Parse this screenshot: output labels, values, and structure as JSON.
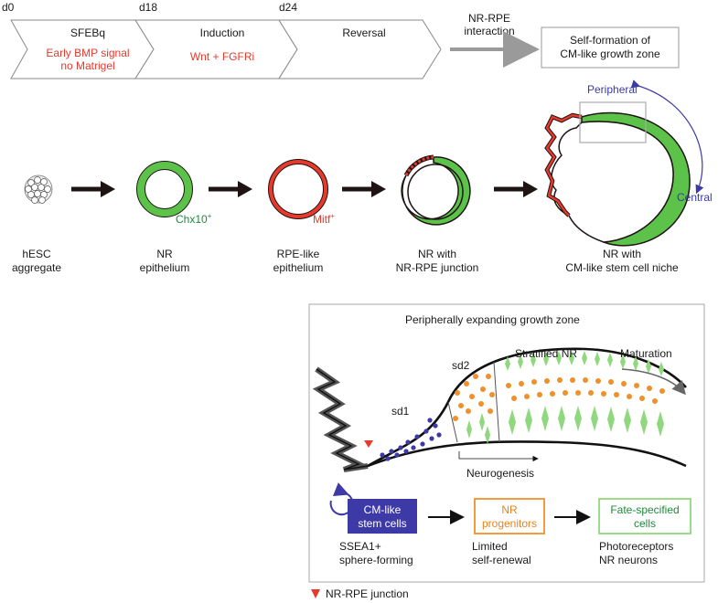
{
  "timeline": {
    "days": [
      "d0",
      "d18",
      "d24"
    ],
    "stages": [
      {
        "title": "SFEBq",
        "sub1": "Early BMP signal",
        "sub2": "no Matrigel"
      },
      {
        "title": "Induction",
        "sub1": "Wnt + FGFRi",
        "sub2": ""
      },
      {
        "title": "Reversal",
        "sub1": "",
        "sub2": ""
      }
    ],
    "interaction_line1": "NR-RPE",
    "interaction_line2": "interaction",
    "outcome_line1": "Self-formation of",
    "outcome_line2": "CM-like growth zone"
  },
  "stages_row": {
    "items": [
      {
        "line1": "hESC",
        "line2": "aggregate"
      },
      {
        "line1": "NR",
        "line2": "epithelium"
      },
      {
        "line1": "RPE-like",
        "line2": "epithelium"
      },
      {
        "line1": "NR with",
        "line2": "NR-RPE junction"
      },
      {
        "line1": "NR with",
        "line2": "CM-like stem cell niche"
      }
    ],
    "marker_chx10": "Chx10",
    "marker_mitf": "Mitf",
    "marker_plus": "+",
    "peripheral": "Peripheral",
    "central": "Central"
  },
  "inset": {
    "title": "Peripherally expanding growth zone",
    "sd1": "sd1",
    "sd2": "sd2",
    "stratified": "Stratified NR",
    "maturation": "Maturation",
    "neurogenesis": "Neurogenesis",
    "boxes": [
      {
        "line1": "CM-like",
        "line2": "stem cells"
      },
      {
        "line1": "NR",
        "line2": "progenitors"
      },
      {
        "line1": "Fate-specified",
        "line2": "cells"
      }
    ],
    "captions": [
      {
        "line1": "SSEA1+",
        "line2": "sphere-forming"
      },
      {
        "line1": "Limited",
        "line2": "self-renewal"
      },
      {
        "line1": "Photoreceptors",
        "line2": "NR neurons"
      }
    ]
  },
  "legend": {
    "label": "NR-RPE junction"
  },
  "colors": {
    "nr_green": "#5cc249",
    "rpe_red": "#e8392b",
    "stem_blue": "#3d3aa8",
    "progenitor_orange": "#f0902a",
    "fate_green": "#8fd87e",
    "arrow_dark": "#1e1414",
    "gray": "#9a9a9a"
  }
}
